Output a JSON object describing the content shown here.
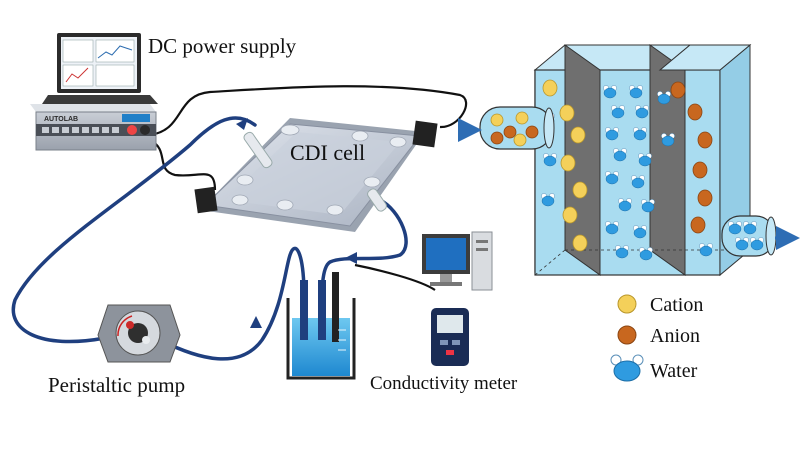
{
  "labels": {
    "dc_power_supply": "DC power supply",
    "cdi_cell": "CDI cell",
    "peristaltic_pump": "Peristaltic pump",
    "conductivity_meter": "Conductivity meter",
    "instrument_brand": "AUTOLAB"
  },
  "legend": {
    "cation": "Cation",
    "anion": "Anion",
    "water": "Water"
  },
  "colors": {
    "tube": "#1f3f7f",
    "wire": "#111111",
    "arrow": "#2e6db4",
    "cation": "#f4d05a",
    "anion": "#c8671f",
    "water": "#2f9be0",
    "cell_body": "#a9dcf0",
    "electrode": "#6f6f6f",
    "cell_plate": "#c8d0dc"
  }
}
